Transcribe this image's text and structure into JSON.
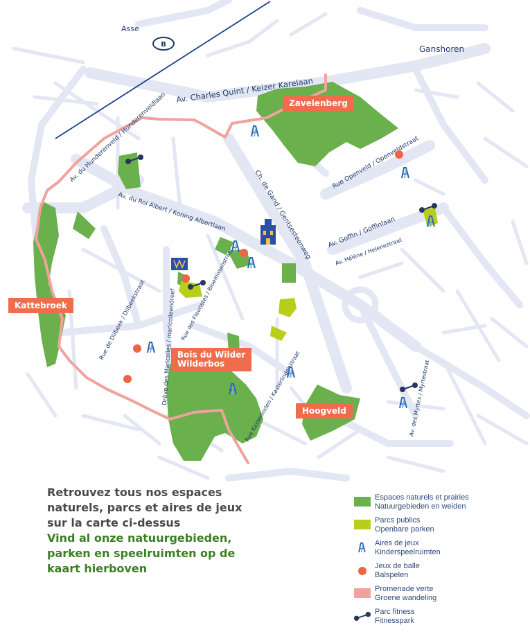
{
  "colors": {
    "nature": "#6ab04c",
    "park": "#b8cf1a",
    "promenade": "#f0a39d",
    "ball": "#ec6644",
    "playground": "#2b68b0",
    "fitness": "#27365f",
    "road": "#e3e6f3",
    "tag": "#ef6d4d",
    "railway": "#1b3f8f"
  },
  "map": {
    "labels": {
      "asse": "Asse",
      "ganshoren": "Ganshoren",
      "charles_quint": "Av. Charles Quint / Keizer Karelaan",
      "hunderenveld": "Av. du Hunderenveld / Hunderenveldlaan",
      "roi_albert": "Av. du Roi Albert / Koning Albertlaan",
      "gand": "Ch. de Gand / Gentsesteenweg",
      "openveld": "Rue Openveld / Openveldstraat",
      "goffin": "Av. Goffin / Goffinlaan",
      "helene": "Av. Hélène / Helenestraat",
      "dilbeek": "Rue de Dilbeek / Dilbeekstraat",
      "maricolles": "Drève des Maricolles / maricolleendreef",
      "fleuristes": "Rue des Fleuristes / Bloemistenstraat",
      "kasterlinden": "Rue Kasterlinden / Kasterlindenstraat",
      "myrtes": "Av. des Myrtes / Myrtestraat"
    },
    "places": {
      "zavelenberg": "Zavelenberg",
      "kattebroek": "Kattebroek",
      "bois_line1": "Bois du Wilder",
      "bois_line2": "Wilderbos",
      "hoogveld": "Hoogveld"
    },
    "metro_symbol": "B"
  },
  "intro": {
    "fr": "Retrouvez tous nos espaces naturels, parcs et aires de jeux sur la carte ci-dessus",
    "nl": "Vind al onze natuurgebieden, parken en speelruimten op de kaart hierboven"
  },
  "legend": [
    {
      "key": "nature",
      "fr": "Espaces naturels et prairies",
      "nl": "Natuurgebieden en weiden"
    },
    {
      "key": "park",
      "fr": "Parcs publics",
      "nl": "Openbare parken"
    },
    {
      "key": "playground",
      "fr": "Aires de jeux",
      "nl": "Kinderspeelruimten"
    },
    {
      "key": "ball",
      "fr": "Jeux de balle",
      "nl": "Balspelen"
    },
    {
      "key": "promenade",
      "fr": "Promenade verte",
      "nl": "Groene wandeling"
    },
    {
      "key": "fitness",
      "fr": "Parc fitness",
      "nl": "Fitnesspark"
    }
  ]
}
